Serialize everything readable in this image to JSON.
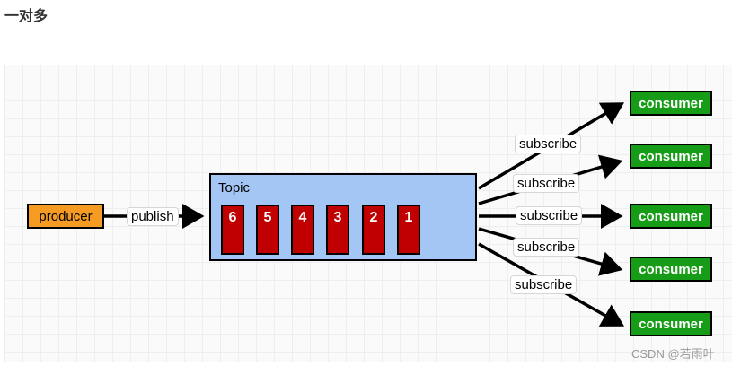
{
  "heading": "一对多",
  "diagram": {
    "producer": "producer",
    "publish_label": "publish",
    "topic_label": "Topic",
    "messages": [
      "6",
      "5",
      "4",
      "3",
      "2",
      "1"
    ],
    "subscribe_labels": [
      "subscribe",
      "subscribe",
      "subscribe",
      "subscribe",
      "subscribe"
    ],
    "consumers": [
      "consumer",
      "consumer",
      "consumer",
      "consumer",
      "consumer"
    ],
    "colors": {
      "producer": "#f59a23",
      "topic": "#a3c6f5",
      "message": "#c00000",
      "consumer": "#179c17"
    }
  },
  "watermark": "CSDN @若雨叶"
}
